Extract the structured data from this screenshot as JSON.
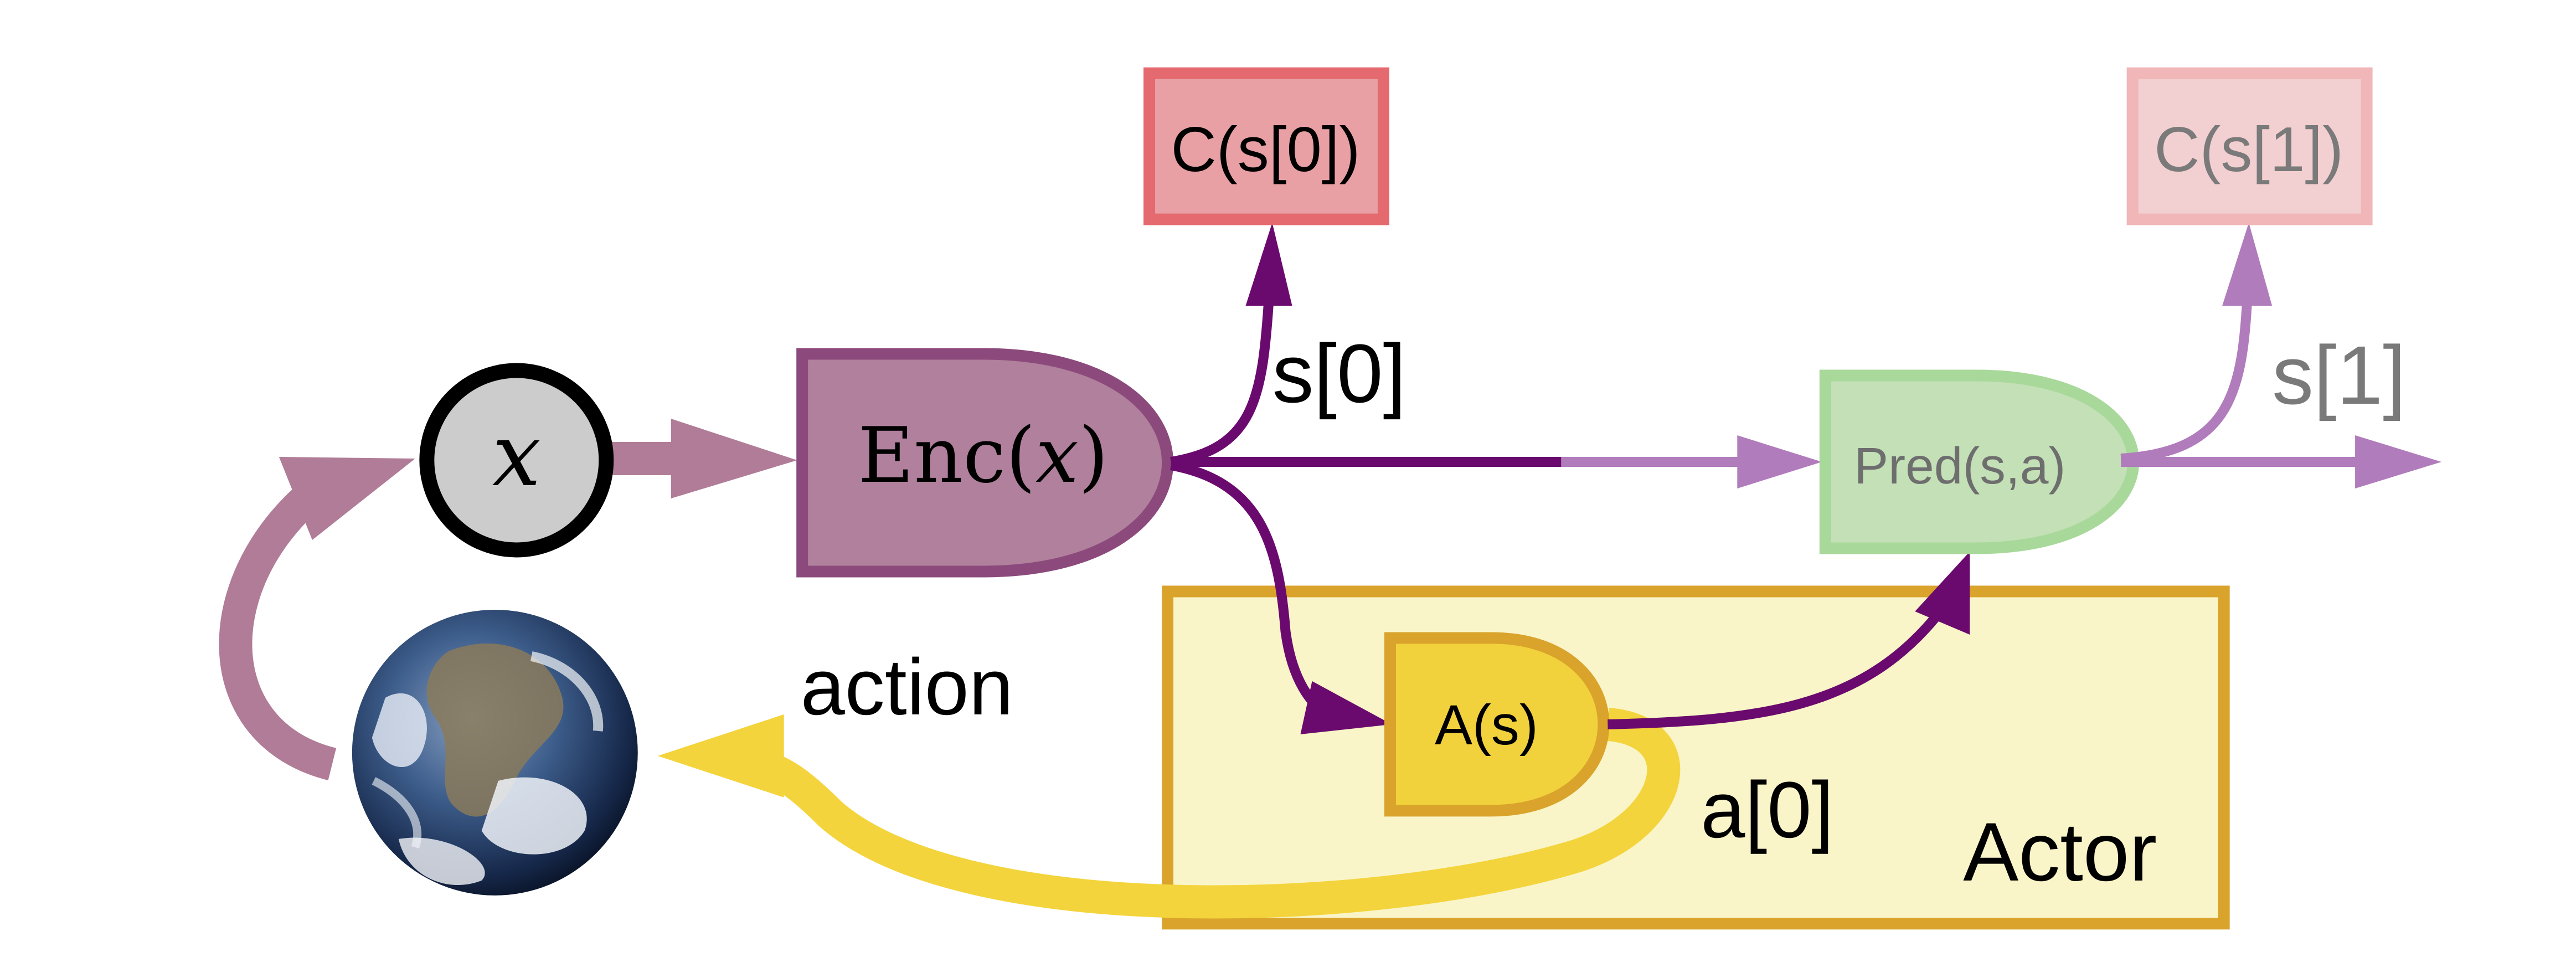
{
  "diagram": {
    "input_node": {
      "label": "x"
    },
    "encoder": {
      "label_prefix": "Enc(",
      "label_var": "x",
      "label_suffix": ")"
    },
    "cost_0": {
      "label": "C(s[0])"
    },
    "cost_1": {
      "label": "C(s[1])"
    },
    "predictor": {
      "label": "Pred(s,a)"
    },
    "actor_policy": {
      "label": "A(s)"
    },
    "actor_box": {
      "label": "Actor"
    },
    "labels": {
      "state_0": "s[0]",
      "state_1": "s[1]",
      "action": "action",
      "action_0": "a[0]"
    },
    "world_icon": "earth-globe-icon",
    "colors": {
      "encoder_fill": "#b0809c",
      "encoder_stroke": "#8c4a7c",
      "state_arrow": "#6b0a6e",
      "state_arrow_faded": "#b07cbc",
      "cost_fill": "#e8a0a4",
      "cost_stroke": "#e46a70",
      "cost_faded_fill": "#f2cfd0",
      "cost_faded_stroke": "#f0b6b8",
      "pred_fill": "#c3e0b6",
      "pred_stroke": "#a8d89a",
      "actor_fill": "#faf5c8",
      "actor_stroke": "#d9a32c",
      "policy_fill": "#f2d23c",
      "action_arrow": "#f4d43c",
      "input_fill": "#cccccc",
      "loop_arrow": "#b07c98"
    }
  }
}
